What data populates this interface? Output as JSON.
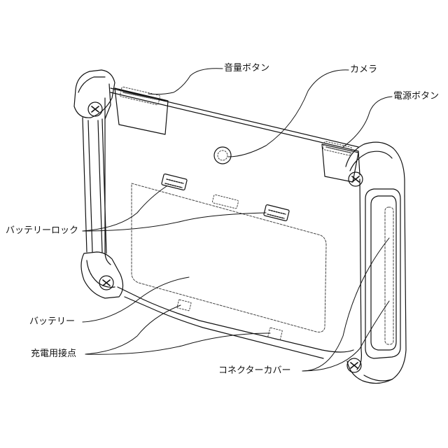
{
  "labels": {
    "volume_button": "音量ボタン",
    "camera": "カメラ",
    "power_button": "電源ボタン",
    "battery_lock": "バッテリーロック",
    "battery": "バッテリー",
    "charging_contacts": "充電用接点",
    "connector_cover": "コネクターカバー"
  },
  "colors": {
    "line": "#111111",
    "dash": "#444444",
    "background": "#ffffff"
  }
}
